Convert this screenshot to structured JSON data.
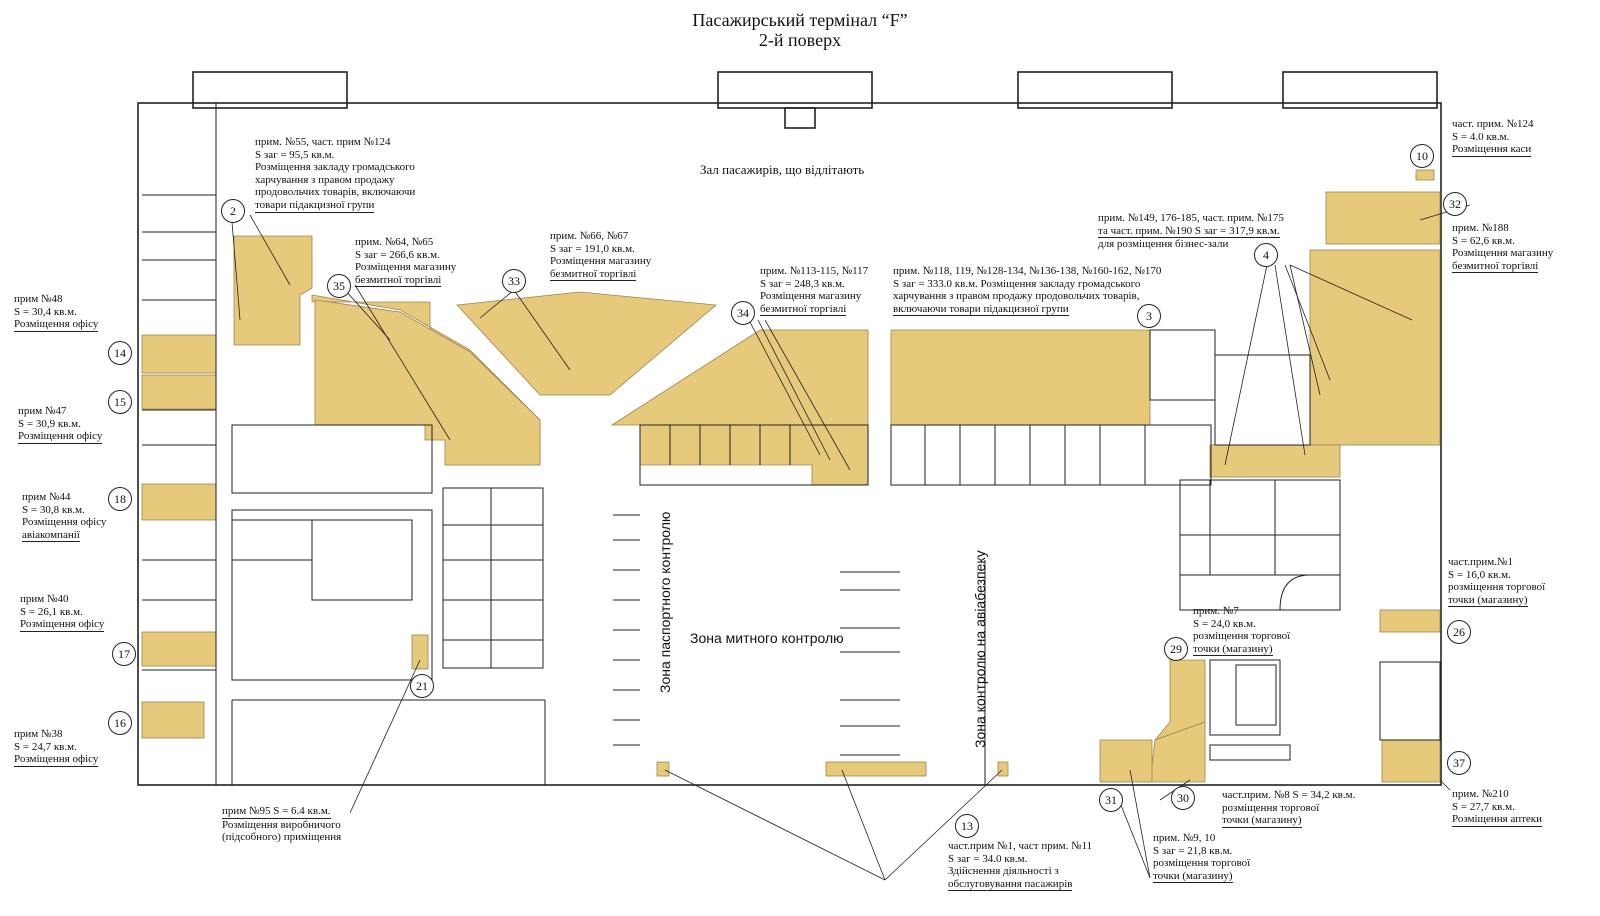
{
  "title": {
    "line1": "Пасажирський термінал  “F”",
    "line2": "2-й поверх"
  },
  "colors": {
    "fill": "#e6c97a",
    "line": "#222222",
    "bg": "#ffffff"
  },
  "zones": {
    "departure_hall": "Зал пасажирів, що відлітають",
    "passport_control": "Зона паспортного  контролю",
    "customs_control": "Зона митного контролю",
    "security_control": "Зона контролю на авіабезпеку"
  },
  "labels": {
    "p2": [
      "прим. №55, част. прим №124",
      "S заг = 95,5 кв.м.",
      "Розміщення закладу громадського",
      "харчування з правом продажу",
      "продовольчих товарів, включаючи",
      "товари підакцизної групи"
    ],
    "p35": [
      "прим. №64,  №65",
      "S заг = 266,6 кв.м.",
      "Розміщення магазину",
      "безмитної торгівлі"
    ],
    "p33": [
      "прим. №66, №67",
      "S заг = 191,0 кв.м.",
      "Розміщення магазину",
      "безмитної торгівлі"
    ],
    "p34": [
      "прим. №113-115,  №117",
      "S заг = 248,3 кв.м.",
      "Розміщення магазину",
      "безмитної торгівлі"
    ],
    "p3": [
      "прим. №118, 119, №128-134, №136-138, №160-162, №170",
      "S заг = 333.0 кв.м.  Розміщення закладу громадського",
      "харчування з правом продажу продовольчих товарів,",
      "включаючи товари підакцизної групи"
    ],
    "p4": [
      "прим. №149, 176-185, част. прим. №175",
      "та част. прим. №190  S заг = 317,9 кв.м.",
      "для розміщення бізнес-зали"
    ],
    "p10": [
      "част. прим. №124",
      "S = 4.0 кв.м.",
      "Розміщення каси"
    ],
    "p32": [
      "прим. №188",
      "S = 62,6 кв.м.",
      "Розміщення магазину",
      "безмитної торгівлі"
    ],
    "p14": [
      "прим №48",
      "S = 30,4 кв.м.",
      "Розміщення офісу"
    ],
    "p15": [
      "прим №47",
      "S = 30,9 кв.м.",
      "Розміщення офісу"
    ],
    "p18": [
      "прим №44",
      "S = 30,8 кв.м.",
      "Розміщення офісу",
      "авіакомпанії"
    ],
    "p17": [
      "прим №40",
      "S = 26,1 кв.м.",
      "Розміщення офісу"
    ],
    "p16": [
      "прим №38",
      "S = 24,7 кв.м.",
      "Розміщення офісу"
    ],
    "p21": [
      "прим №95      S = 6.4 кв.м.",
      "Розміщення виробничого",
      "(підсобного) приміщення"
    ],
    "p13": [
      "част.прим №1, част прим. №11",
      "S заг = 34.0 кв.м.",
      "Здійснення діяльності з",
      "обслуговування пасажирів"
    ],
    "p26": [
      "част.прим.№1",
      "S = 16,0 кв.м.",
      "розміщення торгової",
      "точки (магазину)"
    ],
    "p29": [
      "прим. №7",
      "S = 24,0 кв.м.",
      "розміщення торгової",
      "точки (магазину)"
    ],
    "p30": [
      "част.прим. №8  S = 34,2 кв.м.",
      "розміщення торгової",
      "точки (магазину)"
    ],
    "p31": [
      "прим. №9, 10",
      "S заг = 21,8 кв.м.",
      "розміщення торгової",
      "точки (магазину)"
    ],
    "p37": [
      "прим. №210",
      "S = 27,7 кв.м.",
      "Розміщення аптеки"
    ]
  },
  "numbers": {
    "n2": "2",
    "n3": "3",
    "n4": "4",
    "n10": "10",
    "n13": "13",
    "n14": "14",
    "n15": "15",
    "n16": "16",
    "n17": "17",
    "n18": "18",
    "n21": "21",
    "n26": "26",
    "n29": "29",
    "n30": "30",
    "n31": "31",
    "n32": "32",
    "n33": "33",
    "n34": "34",
    "n35": "35",
    "n37": "37"
  }
}
